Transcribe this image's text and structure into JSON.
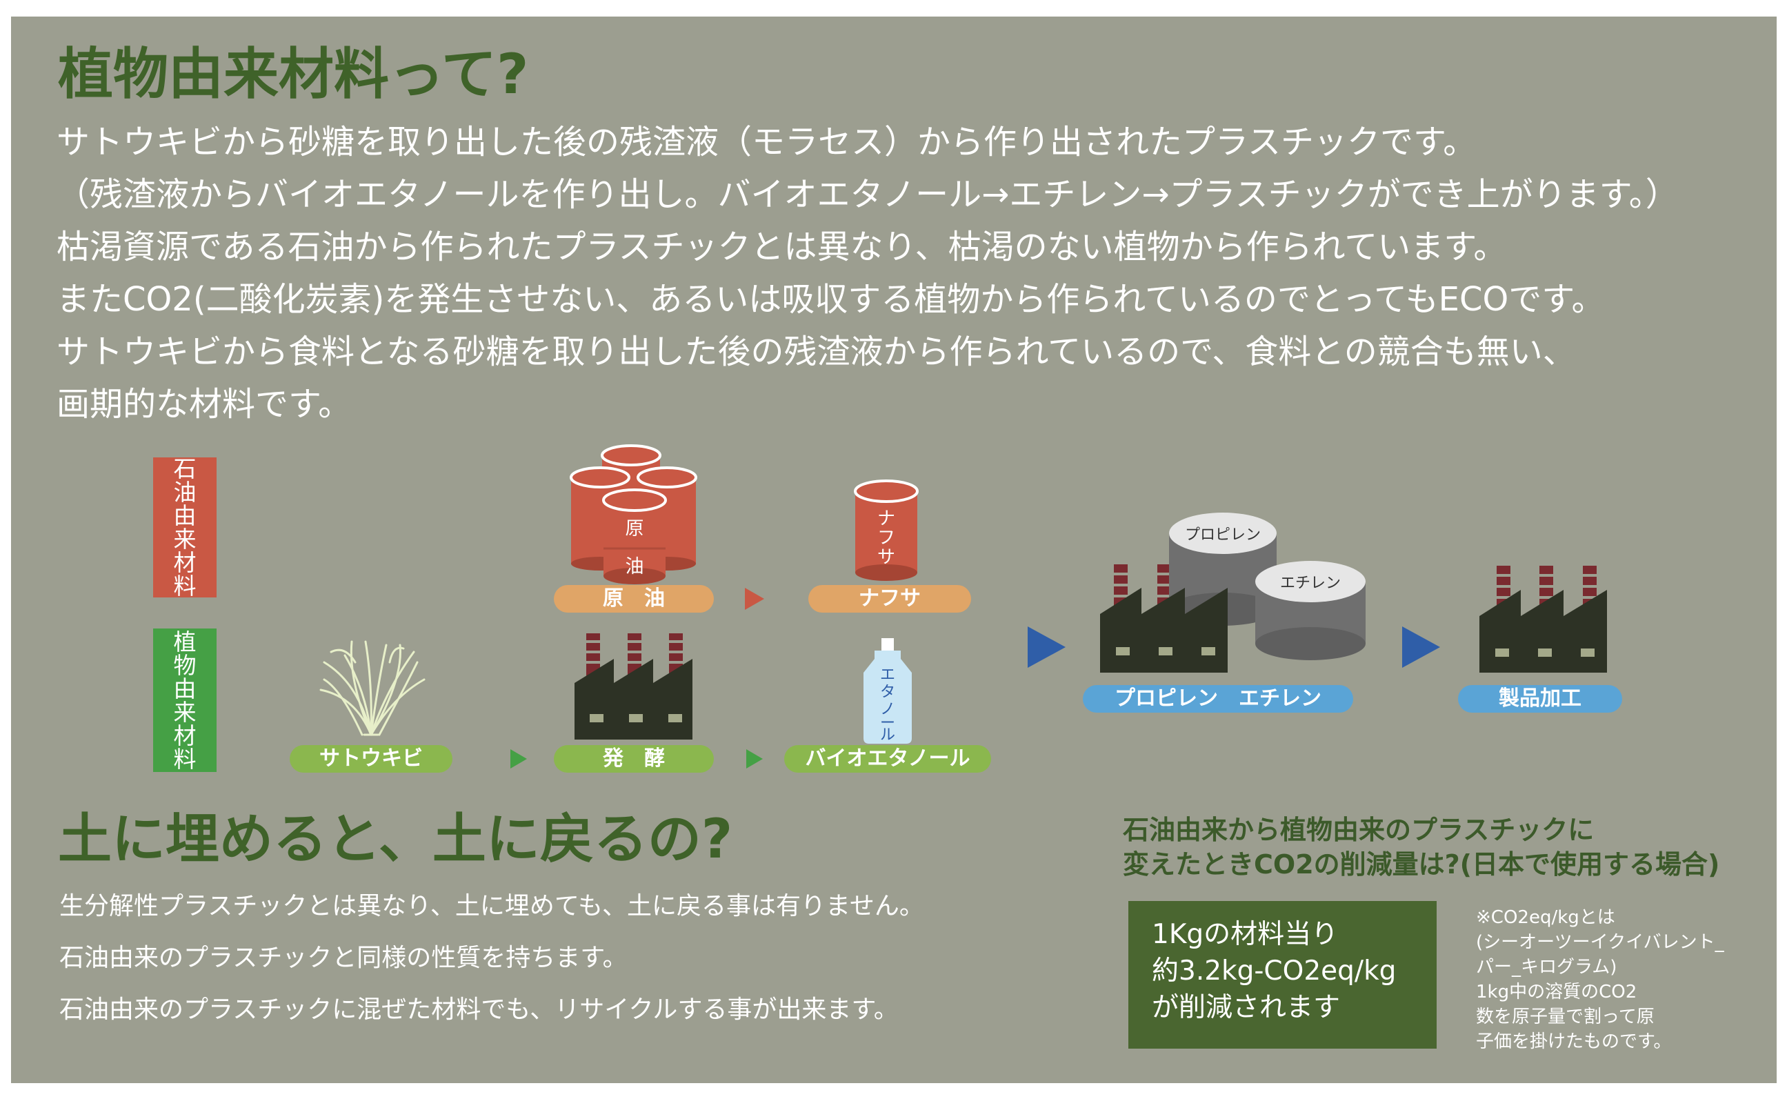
{
  "heading1": "植物由来材料って?",
  "intro": [
    "サトウキビから砂糖を取り出した後の残渣液（モラセス）から作り出されたプラスチックです。",
    "（残渣液からバイオエタノールを作り出し。バイオエタノール→エチレン→プラスチックができ上がります。）",
    "枯渇資源である石油から作られたプラスチックとは異なり、枯渇のない植物から作られています。",
    "またCO2(二酸化炭素)を発生させない、あるいは吸収する植物から作られているのでとってもECOです。",
    "サトウキビから食料となる砂糖を取り出した後の残渣液から作られているので、食料との競合も無い、",
    "画期的な材料です。"
  ],
  "flow": {
    "petro_label": [
      "石",
      "油",
      "由",
      "来",
      "材",
      "料"
    ],
    "plant_label": [
      "植",
      "物",
      "由",
      "来",
      "材",
      "料"
    ],
    "crude_drum_text": [
      "原",
      "油"
    ],
    "naphtha_drum_text": [
      "ナ",
      "フ",
      "サ"
    ],
    "bottle_text": [
      "エ",
      "タ",
      "ノ",
      "ー",
      "ル"
    ],
    "tank_propylene": "プロピレン",
    "tank_ethylene": "エチレン",
    "pills": {
      "crude": "原　油",
      "naphtha": "ナフサ",
      "sugarcane": "サトウキビ",
      "fermentation": "発　酵",
      "bioethanol": "バイオエタノール",
      "propylene_ethylene": "プロピレン　エチレン",
      "product": "製品加工"
    },
    "colors": {
      "petro": "#c95844",
      "plant": "#45a045",
      "orange": "#e0a567",
      "green": "#8bb74e",
      "blue": "#5aa4d6",
      "arrow_blue": "#2f5ea8",
      "factory": "#2d3225",
      "chimney": "#7a2a2f"
    }
  },
  "heading2": "土に埋めると、土に戻るの?",
  "soil_text": [
    "生分解性プラスチックとは異なり、土に埋めても、土に戻る事は有りません。",
    "石油由来のプラスチックと同様の性質を持ちます。",
    "石油由来のプラスチックに混ぜた材料でも、リサイクルする事が出来ます。"
  ],
  "co2_question": [
    "石油由来から植物由来のプラスチックに",
    "変えたときCO2の削減量は?(日本で使用する場合)"
  ],
  "co2_box": [
    "1Kgの材料当り",
    "約3.2kg-CO2eq/kg",
    "が削減されます"
  ],
  "co2_note": [
    "※CO2eq/kgとは",
    "(シーオーツーイクイバレント_",
    "パー_キログラム)",
    "1kg中の溶質のCO2",
    "数を原子量で割って原",
    "子価を掛けたものです。"
  ]
}
